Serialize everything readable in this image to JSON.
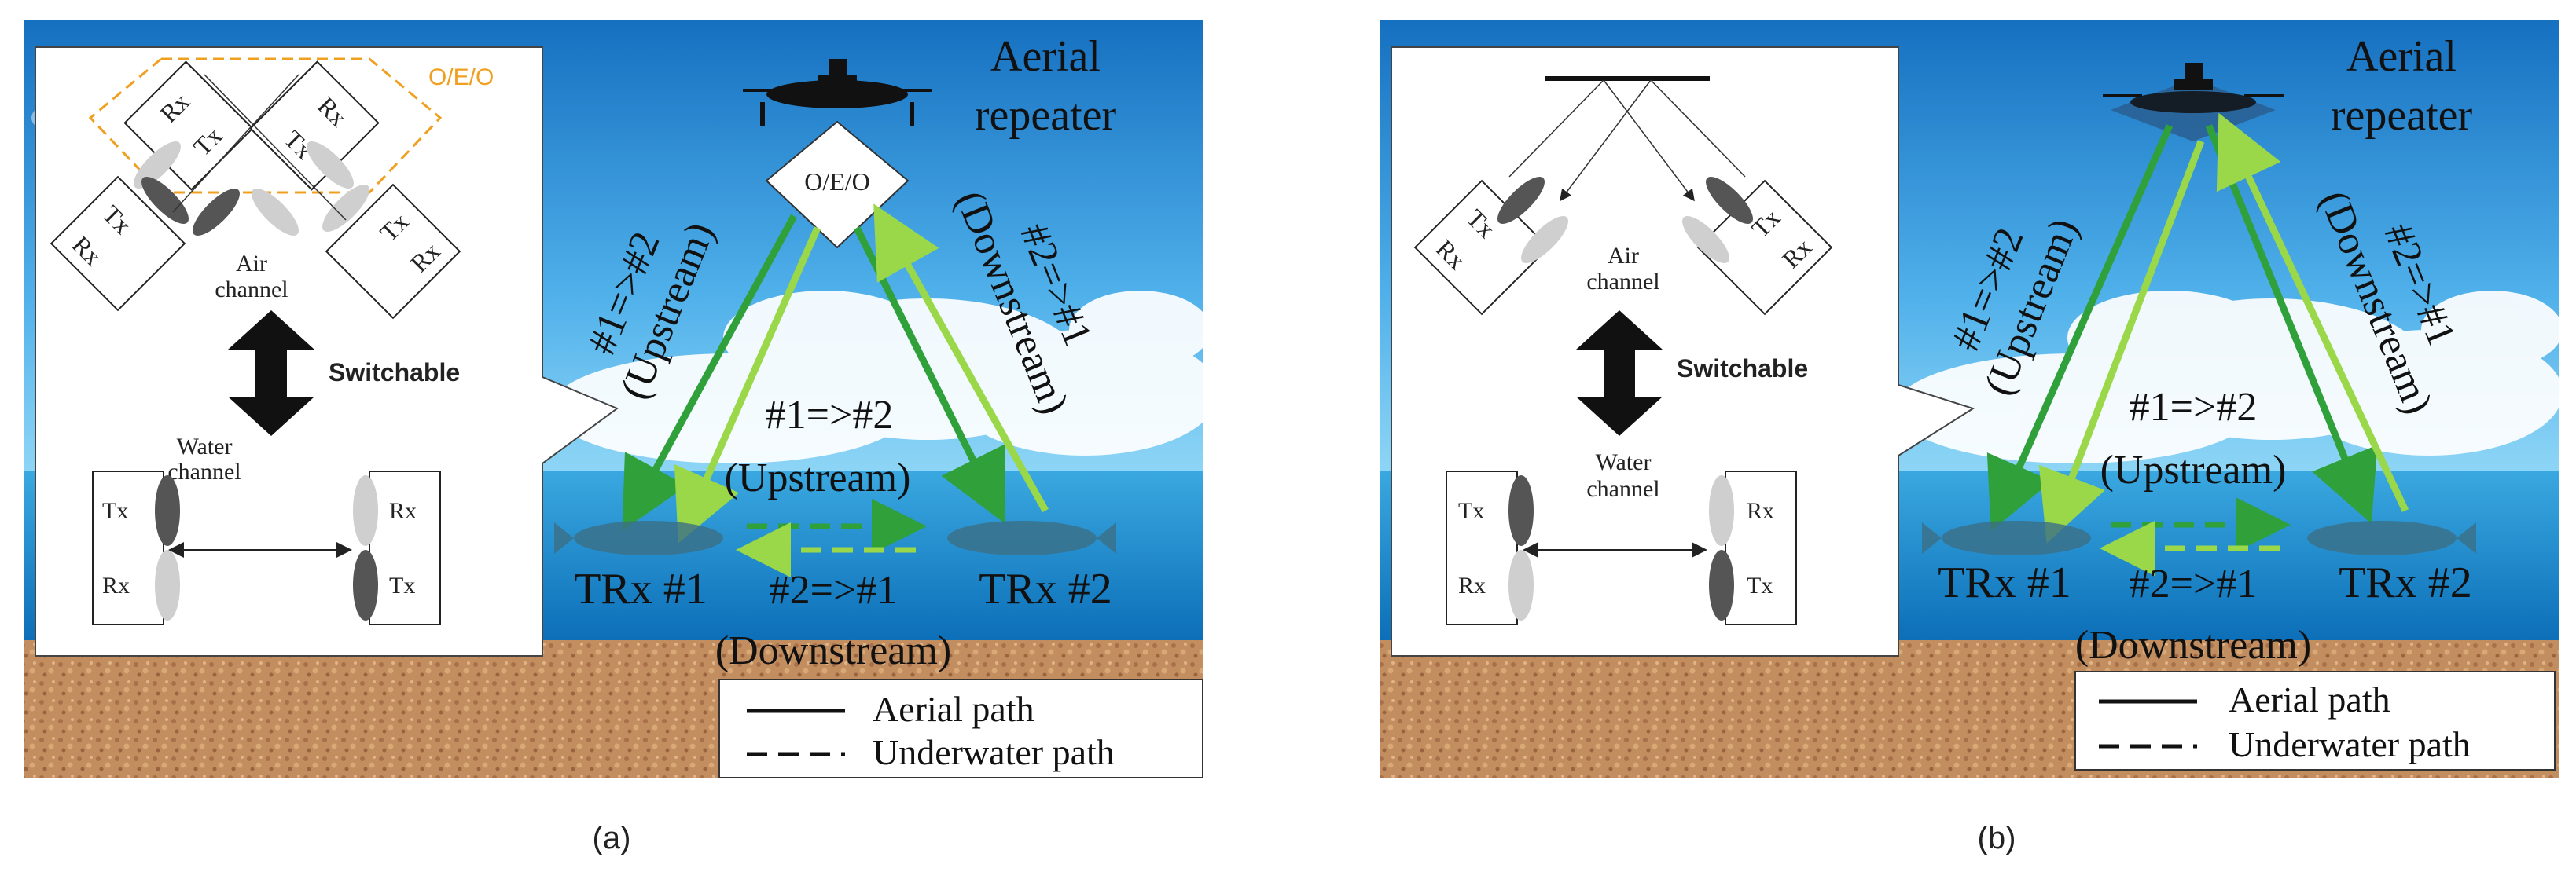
{
  "panels": [
    {
      "caption": "(a)",
      "repeater_label": "O/E/O",
      "inset_box_label": "O/E/O",
      "aerial_repeater": [
        "Aerial",
        "repeater"
      ],
      "air_channel": [
        "Air",
        "channel"
      ],
      "water_channel": [
        "Water",
        "channel"
      ],
      "switchable": "Switchable",
      "tx": "Tx",
      "rx": "Rx",
      "upstream_left": [
        "#1=>#2",
        "(Upstream)"
      ],
      "downstream_right": [
        "#2=>#1",
        "(Downstream)"
      ],
      "center_upstream": [
        "#1=>#2",
        "(Upstream)"
      ],
      "center_downstream": [
        "#2=>#1",
        "(Downstream)"
      ],
      "trx1": "TRx #1",
      "trx2": "TRx #2",
      "legend": {
        "solid": "Aerial path",
        "dashed": "Underwater path"
      }
    },
    {
      "caption": "(b)",
      "aerial_repeater": [
        "Aerial",
        "repeater"
      ],
      "air_channel": [
        "Air",
        "channel"
      ],
      "water_channel": [
        "Water",
        "channel"
      ],
      "switchable": "Switchable",
      "tx": "Tx",
      "rx": "Rx",
      "upstream_left": [
        "#1=>#2",
        "(Upstream)"
      ],
      "downstream_right": [
        "#2=>#1",
        "(Downstream)"
      ],
      "center_upstream": [
        "#1=>#2",
        "(Upstream)"
      ],
      "center_downstream": [
        "#2=>#1",
        "(Downstream)"
      ],
      "trx1": "TRx #1",
      "trx2": "TRx #2",
      "legend": {
        "solid": "Aerial path",
        "dashed": "Underwater path"
      }
    }
  ],
  "colors": {
    "sky_top": "#1a78c8",
    "sky_bottom": "#6cc4f0",
    "sea": "#1d8fd0",
    "sand": "#c08a5c",
    "path_dark": "#2fa03a",
    "path_light": "#9ad84a",
    "oeo_outline": "#f0a020"
  }
}
